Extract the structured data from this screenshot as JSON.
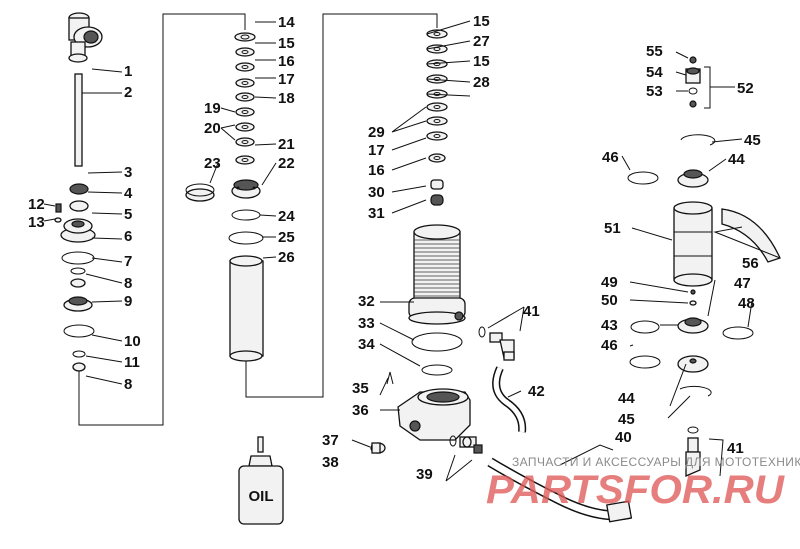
{
  "callouts": [
    {
      "id": "c1",
      "text": "1"
    },
    {
      "id": "c2",
      "text": "2"
    },
    {
      "id": "c3",
      "text": "3"
    },
    {
      "id": "c4",
      "text": "4"
    },
    {
      "id": "c5",
      "text": "5"
    },
    {
      "id": "c6",
      "text": "6"
    },
    {
      "id": "c7",
      "text": "7"
    },
    {
      "id": "c8a",
      "text": "8"
    },
    {
      "id": "c8b",
      "text": "8"
    },
    {
      "id": "c9",
      "text": "9"
    },
    {
      "id": "c10",
      "text": "10"
    },
    {
      "id": "c11",
      "text": "11"
    },
    {
      "id": "c12",
      "text": "12"
    },
    {
      "id": "c13",
      "text": "13"
    },
    {
      "id": "c14",
      "text": "14"
    },
    {
      "id": "c15a",
      "text": "15"
    },
    {
      "id": "c16a",
      "text": "16"
    },
    {
      "id": "c17a",
      "text": "17"
    },
    {
      "id": "c18",
      "text": "18"
    },
    {
      "id": "c19",
      "text": "19"
    },
    {
      "id": "c20",
      "text": "20"
    },
    {
      "id": "c21",
      "text": "21"
    },
    {
      "id": "c22",
      "text": "22"
    },
    {
      "id": "c23",
      "text": "23"
    },
    {
      "id": "c24",
      "text": "24"
    },
    {
      "id": "c25",
      "text": "25"
    },
    {
      "id": "c26",
      "text": "26"
    },
    {
      "id": "c15b",
      "text": "15"
    },
    {
      "id": "c27",
      "text": "27"
    },
    {
      "id": "c15c",
      "text": "15"
    },
    {
      "id": "c28",
      "text": "28"
    },
    {
      "id": "c29",
      "text": "29"
    },
    {
      "id": "c17b",
      "text": "17"
    },
    {
      "id": "c16b",
      "text": "16"
    },
    {
      "id": "c30",
      "text": "30"
    },
    {
      "id": "c31",
      "text": "31"
    },
    {
      "id": "c32",
      "text": "32"
    },
    {
      "id": "c33",
      "text": "33"
    },
    {
      "id": "c34",
      "text": "34"
    },
    {
      "id": "c35",
      "text": "35"
    },
    {
      "id": "c36",
      "text": "36"
    },
    {
      "id": "c37",
      "text": "37"
    },
    {
      "id": "c38",
      "text": "38"
    },
    {
      "id": "c39",
      "text": "39"
    },
    {
      "id": "c40",
      "text": "40"
    },
    {
      "id": "c41a",
      "text": "41"
    },
    {
      "id": "c42",
      "text": "42"
    },
    {
      "id": "c41b",
      "text": "41"
    },
    {
      "id": "c55",
      "text": "55"
    },
    {
      "id": "c54",
      "text": "54"
    },
    {
      "id": "c53",
      "text": "53"
    },
    {
      "id": "c52",
      "text": "52"
    },
    {
      "id": "c45a",
      "text": "45"
    },
    {
      "id": "c46a",
      "text": "46"
    },
    {
      "id": "c44a",
      "text": "44"
    },
    {
      "id": "c51",
      "text": "51"
    },
    {
      "id": "c56",
      "text": "56"
    },
    {
      "id": "c49",
      "text": "49"
    },
    {
      "id": "c50",
      "text": "50"
    },
    {
      "id": "c47",
      "text": "47"
    },
    {
      "id": "c48",
      "text": "48"
    },
    {
      "id": "c43",
      "text": "43"
    },
    {
      "id": "c46b",
      "text": "46"
    },
    {
      "id": "c44b",
      "text": "44"
    },
    {
      "id": "c45b",
      "text": "45"
    }
  ],
  "bottle_label": "OIL",
  "watermark": {
    "caption": "ЗАПЧАСТИ И АКСЕССУАРЫ ДЛЯ МОТОТЕХНИКИ",
    "brand": "PARTSFOR.RU"
  },
  "colors": {
    "ink": "#111111",
    "watermark_brand": "#e05a5a",
    "watermark_caption": "#8a8a8a"
  }
}
